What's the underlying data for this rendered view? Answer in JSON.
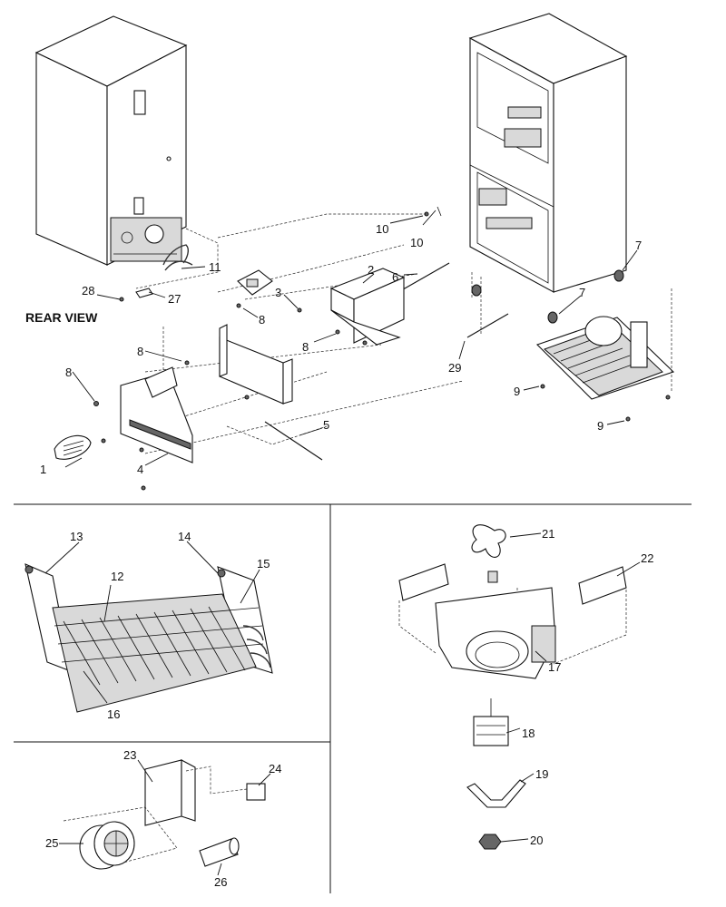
{
  "view_label": "REAR VIEW",
  "callouts": {
    "c1": "1",
    "c2": "2",
    "c3": "3",
    "c4": "4",
    "c5": "5",
    "c6": "6",
    "c7a": "7",
    "c7b": "7",
    "c8a": "8",
    "c8b": "8",
    "c8c": "8",
    "c8d": "8",
    "c9a": "9",
    "c9b": "9",
    "c10a": "10",
    "c10b": "10",
    "c11": "11",
    "c12": "12",
    "c13": "13",
    "c14": "14",
    "c15": "15",
    "c16": "16",
    "c17": "17",
    "c18": "18",
    "c19": "19",
    "c20": "20",
    "c21": "21",
    "c22": "22",
    "c23": "23",
    "c24": "24",
    "c25": "25",
    "c26": "26",
    "c27": "27",
    "c28": "28",
    "c29": "29"
  }
}
